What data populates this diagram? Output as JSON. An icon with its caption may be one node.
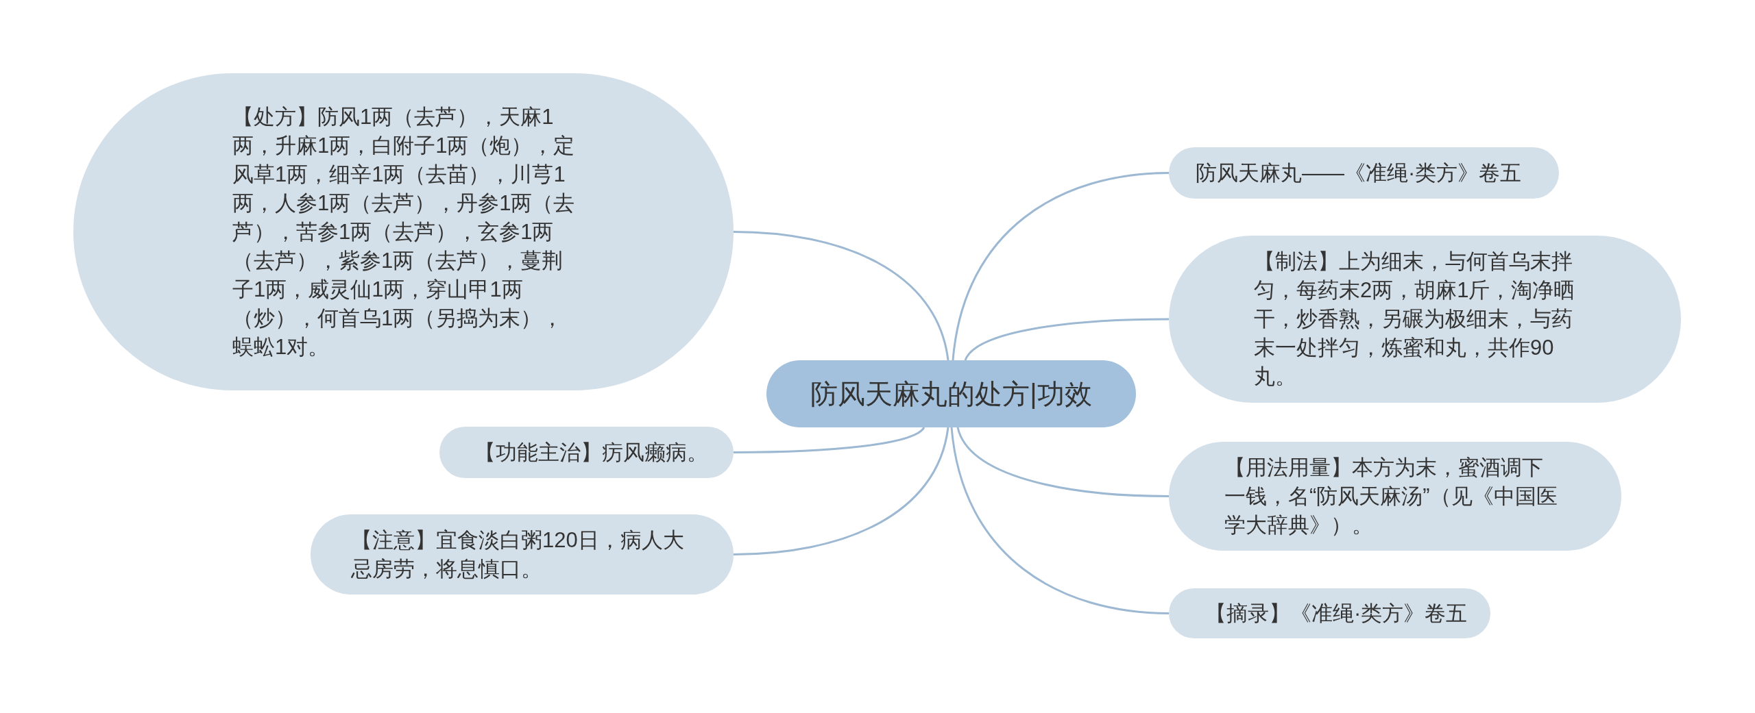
{
  "diagram": {
    "nodes": [
      {
        "text": [
          "防风天麻丸的处方|功效"
        ]
      },
      {
        "text": [
          "【处方】防风1两（去芦），天麻1两，升麻1两，白附子1两（炮），定风草1两，细辛1两（去苗），川芎1两，人参1两（去芦），丹参1两（去芦），苦参1两（去芦），玄参1两（去芦），紫参1两（去芦），蔓荆子1两，威灵仙1两，穿山甲1两（炒），何首乌1两（另捣为末），蜈蚣1对。"
        ]
      },
      {
        "text": [
          "【功能主治】疠风癞病。"
        ]
      },
      {
        "text": [
          "【注意】宜食淡白粥120日，病人大忌房劳，将息慎口。"
        ]
      },
      {
        "text": [
          "防风天麻丸——《准绳·类方》卷五"
        ]
      },
      {
        "text": [
          "【制法】上为细末，与何首乌末拌匀，每药末2两，胡麻1斤，淘净晒干，炒香熟，另碾为极细末，与药末一处拌匀，炼蜜和丸，共作90丸。"
        ]
      },
      {
        "text": [
          "【用法用量】本方为末，蜜酒调下一钱，名“防风天麻汤”（见《中国医学大辞典》）。"
        ]
      },
      {
        "text": [
          "【摘录】《准绳·类方》卷五"
        ]
      }
    ],
    "edges": [
      {
        "from": 0,
        "to": 1,
        "arrow": "none"
      },
      {
        "from": 0,
        "to": 2,
        "arrow": "none"
      },
      {
        "from": 0,
        "to": 3,
        "arrow": "none"
      },
      {
        "from": 0,
        "to": 4,
        "arrow": "none"
      },
      {
        "from": 0,
        "to": 5,
        "arrow": "none"
      },
      {
        "from": 0,
        "to": 6,
        "arrow": "none"
      },
      {
        "from": 0,
        "to": 7,
        "arrow": "none"
      }
    ]
  }
}
